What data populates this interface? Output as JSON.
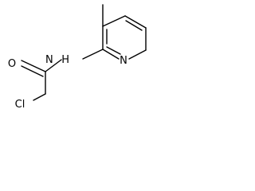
{
  "structure": {
    "atoms": {
      "nh": "NH",
      "n_ring": "N",
      "o": "O",
      "cl": "Cl"
    }
  },
  "colors": {
    "ink": "#000000",
    "background": "#ffffff"
  }
}
